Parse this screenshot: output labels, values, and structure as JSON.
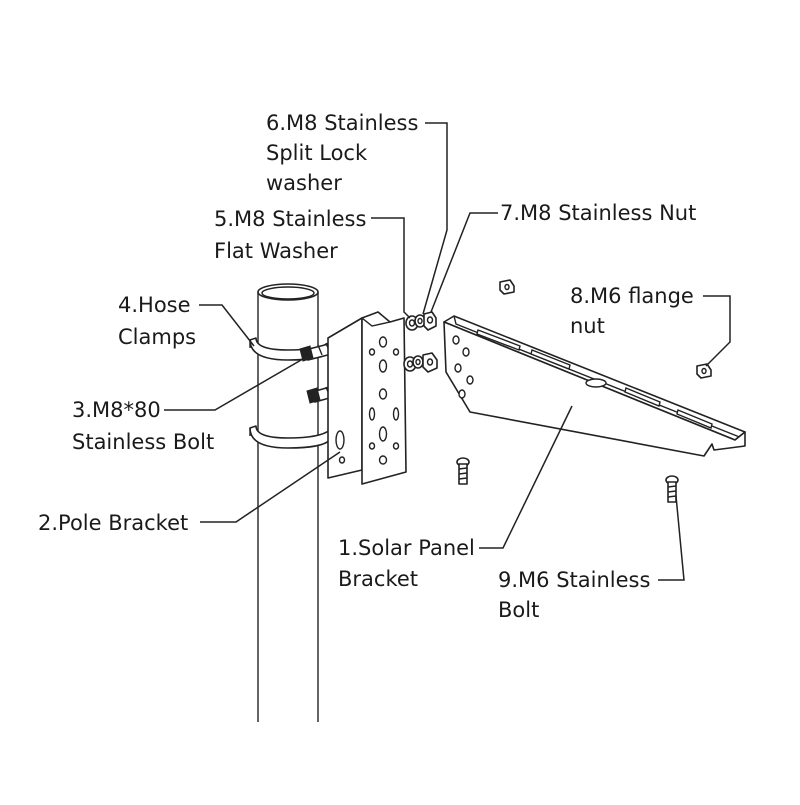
{
  "labels": {
    "split_lock_washer": [
      "6.M8 Stainless",
      "Split Lock",
      "washer"
    ],
    "flat_washer": [
      "5.M8 Stainless",
      "Flat Washer"
    ],
    "nut": [
      "7.M8 Stainless Nut"
    ],
    "hose_clamps": [
      "4.Hose",
      "Clamps"
    ],
    "flange_nut": [
      "8.M6 flange",
      "nut"
    ],
    "bolt_m8": [
      "3.M8*80",
      "Stainless Bolt"
    ],
    "pole_bracket": [
      "2.Pole Bracket"
    ],
    "solar_panel_bracket": [
      "1.Solar Panel",
      "Bracket"
    ],
    "bolt_m6": [
      "9.M6 Stainless",
      "Bolt"
    ]
  },
  "colors": {
    "line": "#222222",
    "text": "#1a1a1a",
    "background": "#ffffff"
  }
}
